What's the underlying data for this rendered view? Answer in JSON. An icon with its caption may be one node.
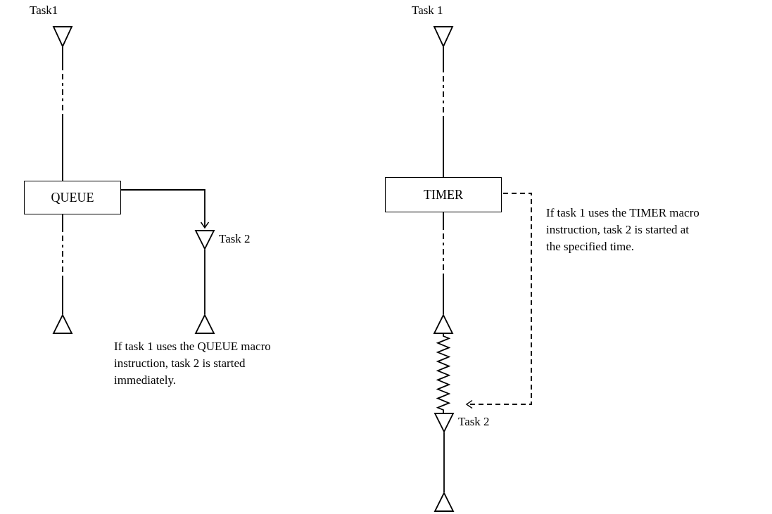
{
  "diagram": {
    "nodes": [
      {
        "text": [],
        "shape": "triangle",
        "beside": [
          "Task1"
        ]
      },
      {
        "text": [
          "QUEUE"
        ]
      },
      {
        "text": [],
        "shape": "triangle"
      },
      {
        "text": [],
        "shape": "triangle",
        "beside": [
          "Task 2"
        ]
      },
      {
        "text": [],
        "shape": "triangle"
      },
      {
        "text": [],
        "shape": "triangle",
        "beside": [
          "Task 1"
        ]
      },
      {
        "text": [
          "TIMER"
        ]
      },
      {
        "text": [],
        "shape": "triangle"
      },
      {
        "text": [],
        "shape": "triangle",
        "beside": [
          "Task 2"
        ]
      },
      {
        "text": [],
        "shape": "triangle"
      }
    ],
    "edges": [
      {
        "from": 0,
        "to": 1,
        "arrow": "none",
        "style": "dashed"
      },
      {
        "from": 1,
        "to": 2,
        "arrow": "none",
        "style": "dashed"
      },
      {
        "from": 1,
        "to": 3,
        "arrow": "to"
      },
      {
        "from": 3,
        "to": 4,
        "arrow": "none"
      },
      {
        "from": 5,
        "to": 6,
        "arrow": "none",
        "style": "dashed"
      },
      {
        "from": 6,
        "to": 7,
        "arrow": "none",
        "style": "dashed"
      },
      {
        "from": 7,
        "to": 8,
        "arrow": "none"
      },
      {
        "from": 6,
        "to": 8,
        "arrow": "to",
        "style": "dashed"
      },
      {
        "from": 8,
        "to": 9,
        "arrow": "none"
      }
    ],
    "labels": [
      "If task 1 uses the QUEUE macro instruction, task 2 is started immediately.",
      "If task 1 uses the TIMER macro instruction, task 2 is started at the specified time."
    ]
  }
}
